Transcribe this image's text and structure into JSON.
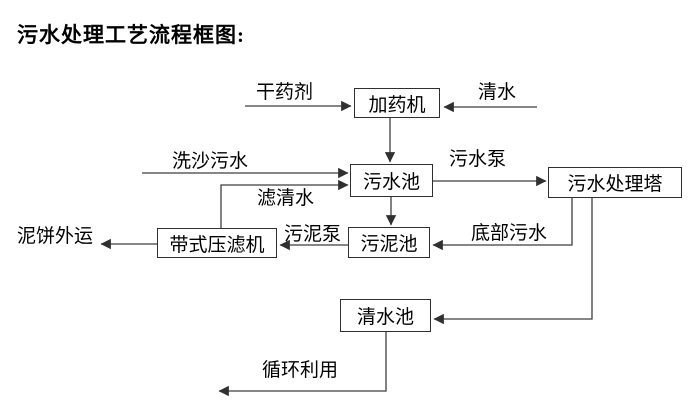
{
  "title": "污水处理工艺流程框图:",
  "nodes": {
    "dosing_machine": "加药机",
    "wastewater_pool": "污水池",
    "treatment_tower": "污水处理塔",
    "belt_filter_press": "带式压滤机",
    "sludge_pool": "污泥池",
    "clear_water_pool": "清水池"
  },
  "flow_labels": {
    "dry_agent": "干药剂",
    "clear_water": "清水",
    "sand_washing_wastewater": "洗沙污水",
    "wastewater_pump": "污水泵",
    "filtered_clear_water": "滤清水",
    "mud_cake_outbound": "泥饼外运",
    "sludge_pump": "污泥泵",
    "bottom_wastewater": "底部污水",
    "recycled_use": "循环利用"
  },
  "colors": {
    "background": "#ffffff",
    "line": "#3f3f3f",
    "box_border": "#2f2f2f",
    "text": "#000000"
  }
}
